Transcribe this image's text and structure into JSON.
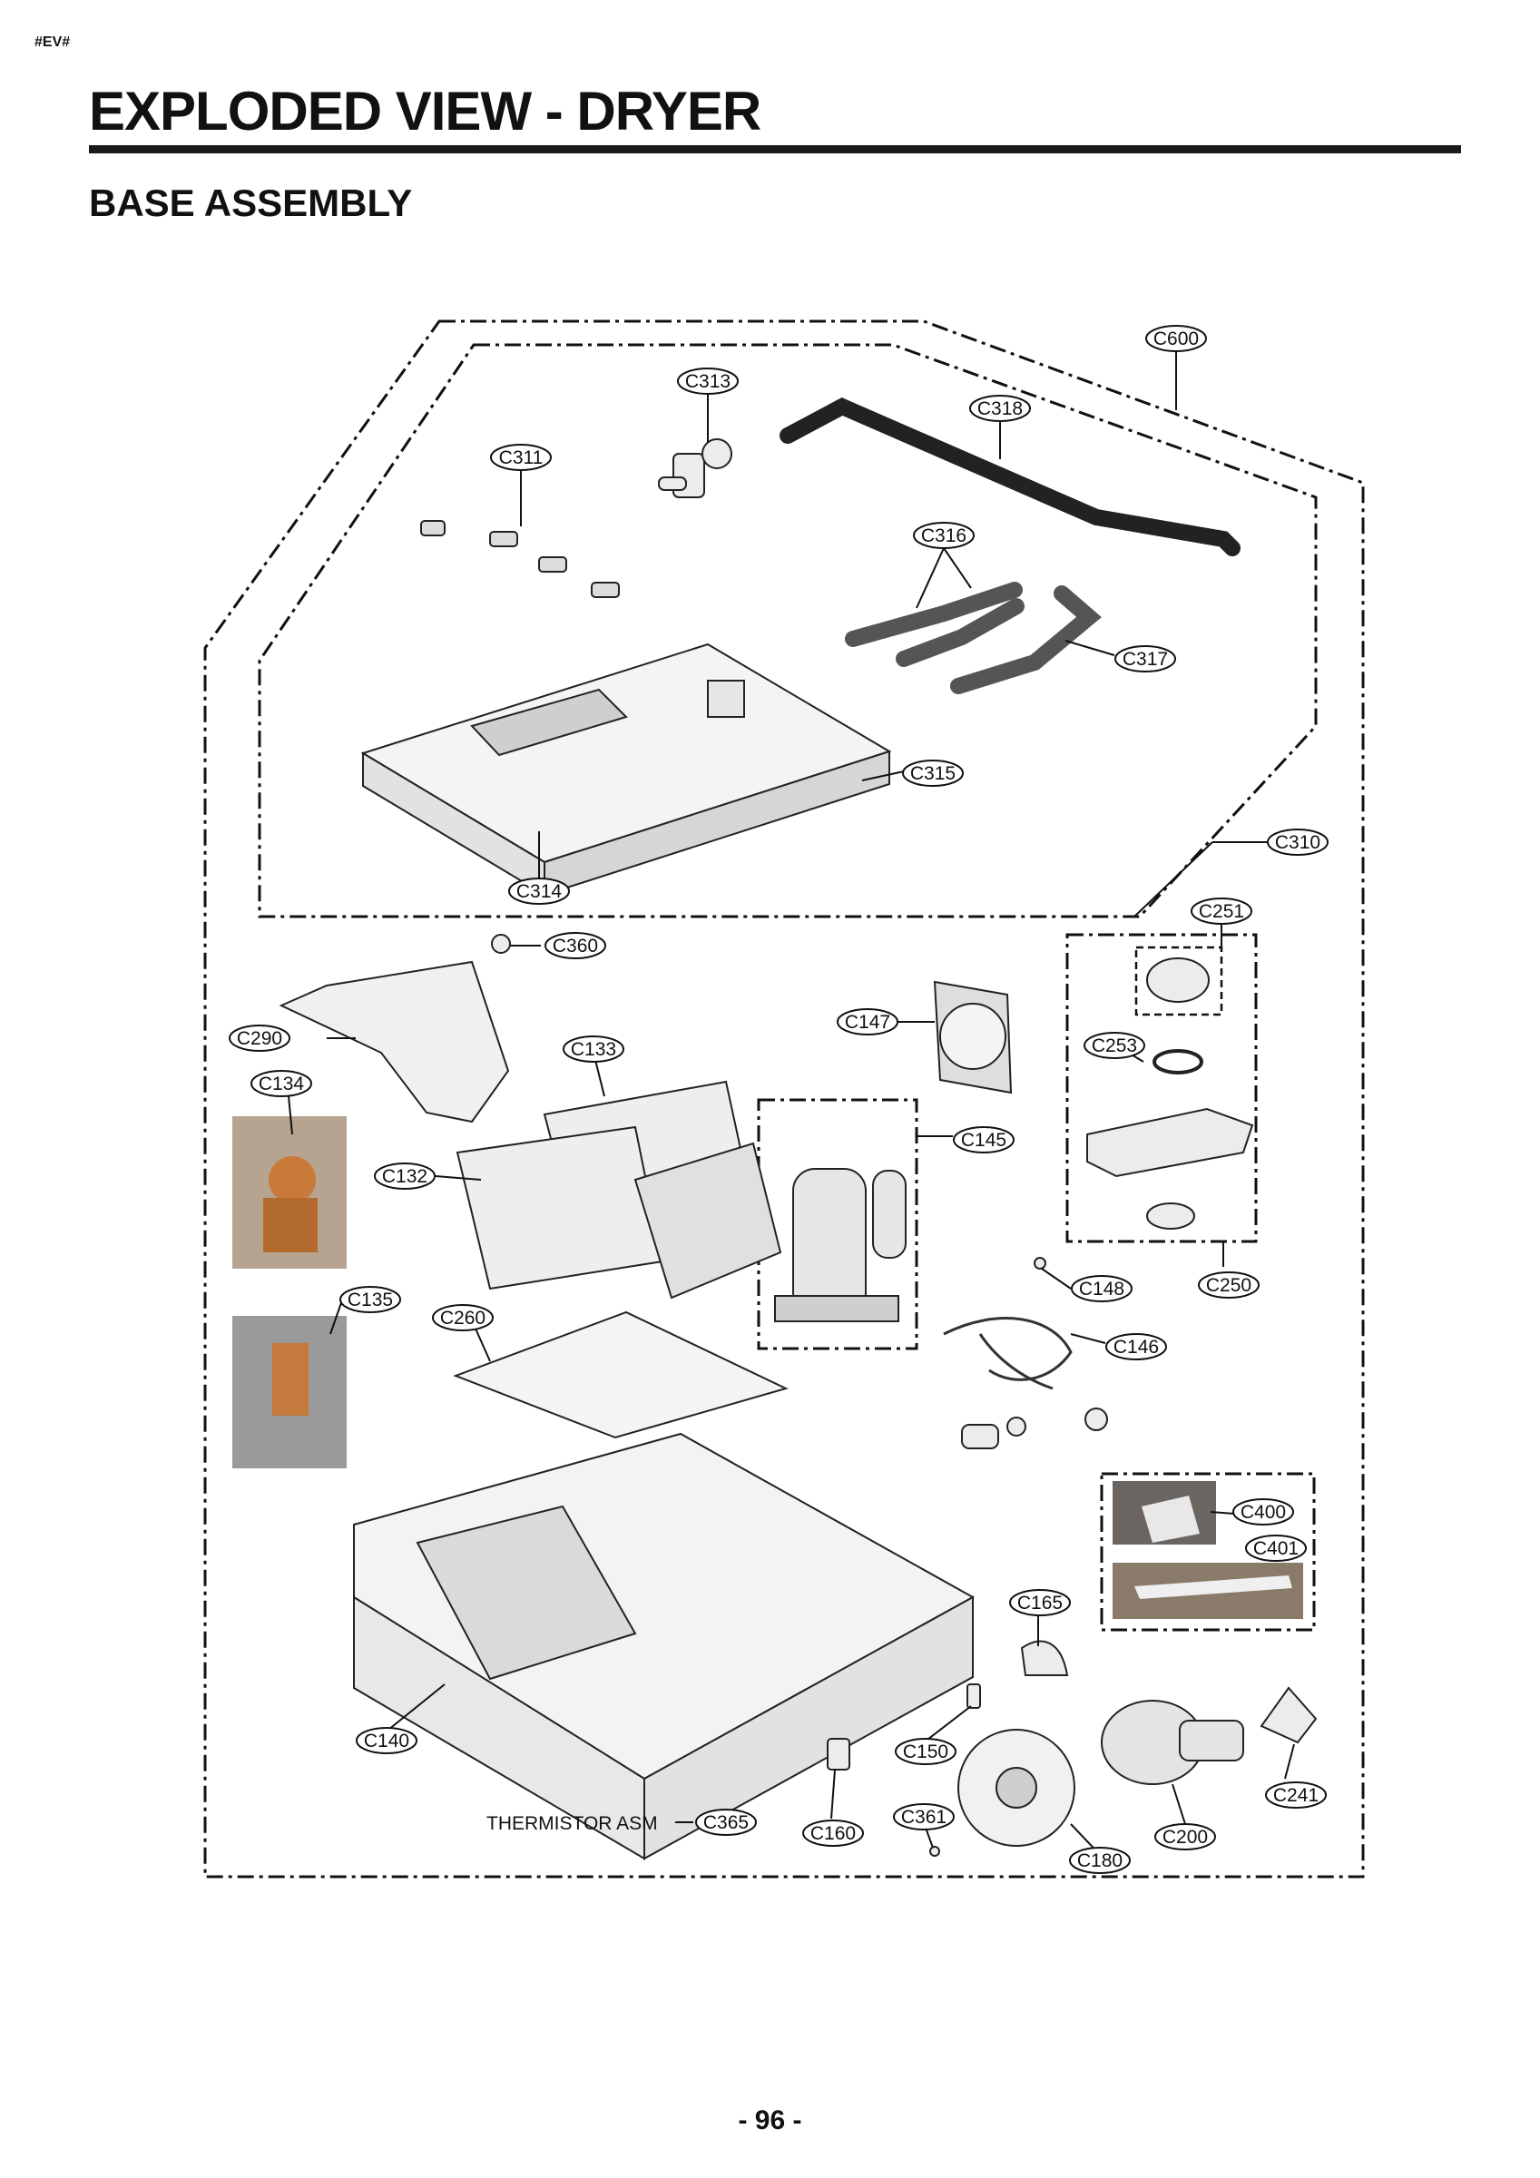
{
  "header": {
    "doc_code": "#EV#"
  },
  "title": "EXPLODED VIEW - DRYER",
  "section": "BASE ASSEMBLY",
  "callouts": {
    "c600": "C600",
    "c313": "C313",
    "c318": "C318",
    "c311": "C311",
    "c316": "C316",
    "c317": "C317",
    "c315": "C315",
    "c310": "C310",
    "c314": "C314",
    "c251": "C251",
    "c360": "C360",
    "c147": "C147",
    "c253": "C253",
    "c290": "C290",
    "c133": "C133",
    "c134": "C134",
    "c145": "C145",
    "c132": "C132",
    "c148": "C148",
    "c250": "C250",
    "c135": "C135",
    "c260": "C260",
    "c146": "C146",
    "c400": "C400",
    "c401": "C401",
    "c165": "C165",
    "c140": "C140",
    "c150": "C150",
    "c241": "C241",
    "c361": "C361",
    "c365": "C365",
    "c160": "C160",
    "c200": "C200",
    "c180": "C180"
  },
  "labels": {
    "thermistor": "THERMISTOR ASM"
  },
  "footer": {
    "page_number": "- 96 -"
  }
}
